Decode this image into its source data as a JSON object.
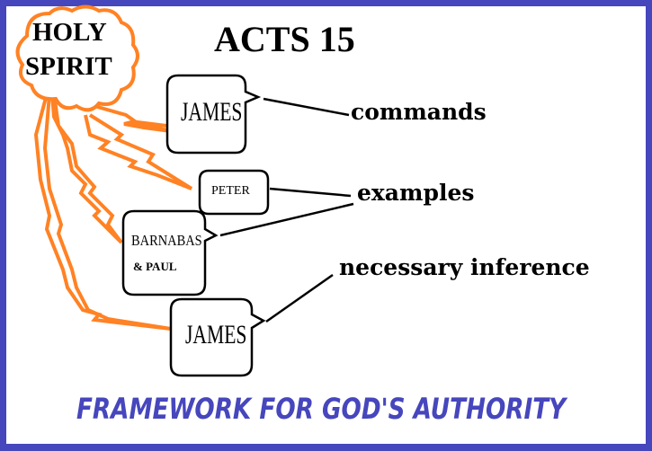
{
  "title": "ACTS 15",
  "cloud": {
    "line1": "HOLY",
    "line2": "SPIRIT"
  },
  "speakers": [
    {
      "name": "JAMES"
    },
    {
      "name": "PETER"
    },
    {
      "name": "BARNABAS",
      "name2": "& PAUL"
    },
    {
      "name": "JAMES"
    }
  ],
  "labels": {
    "commands": "commands",
    "examples": "examples",
    "inference": "necessary inference"
  },
  "footer": "FRAMEWORK FOR GOD'S AUTHORITY",
  "colors": {
    "border": "#4646bd",
    "bolt": "#ff8224",
    "footer": "#4646bd"
  }
}
